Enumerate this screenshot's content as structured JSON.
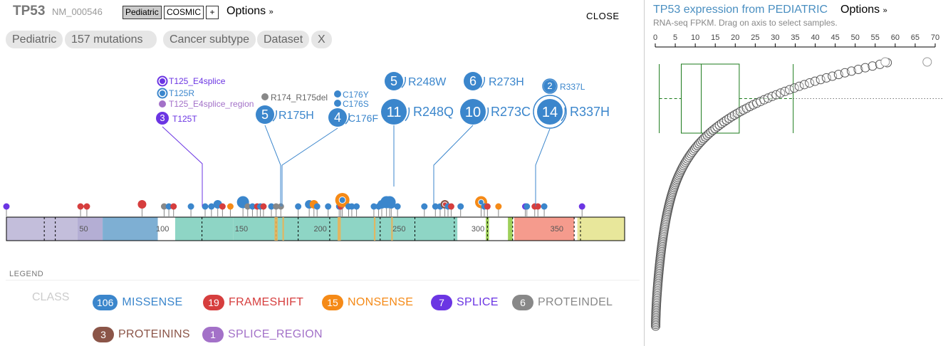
{
  "header": {
    "gene": "TP53",
    "transcript": "NM_000546",
    "datasets": [
      "Pediatric",
      "COSMIC"
    ],
    "add": "+",
    "options": "Options",
    "options_icon": "double-chevron-down-icon",
    "close": "CLOSE"
  },
  "filters": [
    "Pediatric",
    "157 mutations",
    "Cancer subtype",
    "Dataset",
    "X"
  ],
  "protein": {
    "length": 393,
    "ticks": [
      50,
      100,
      150,
      200,
      250,
      300,
      350
    ],
    "domains": [
      {
        "from": 1,
        "to": 46,
        "color": "#c3bedb"
      },
      {
        "from": 46,
        "to": 62,
        "color": "#b4aed4"
      },
      {
        "from": 62,
        "to": 97,
        "color": "#7eafd3"
      },
      {
        "from": 97,
        "to": 108,
        "color": "#ffffff"
      },
      {
        "from": 108,
        "to": 145,
        "color": "#8ed5c5"
      },
      {
        "from": 145,
        "to": 287,
        "color": "#8ed5c5"
      },
      {
        "from": 287,
        "to": 305,
        "color": "#ffffff"
      },
      {
        "from": 305,
        "to": 307,
        "color": "#9ed05a"
      },
      {
        "from": 307,
        "to": 319,
        "color": "#ffffff"
      },
      {
        "from": 319,
        "to": 322,
        "color": "#9ed05a"
      },
      {
        "from": 322,
        "to": 323,
        "color": "#ffffff"
      },
      {
        "from": 323,
        "to": 361,
        "color": "#f59b8d"
      },
      {
        "from": 361,
        "to": 363,
        "color": "#ffffff"
      },
      {
        "from": 363,
        "to": 393,
        "color": "#e8e79b"
      }
    ],
    "dashed": [
      25,
      32,
      125,
      172,
      186,
      206,
      238,
      260,
      285,
      306,
      322,
      361,
      365
    ]
  },
  "classes": [
    {
      "id": "missense",
      "label": "MISSENSE",
      "count": 106,
      "color": "#3b86cc"
    },
    {
      "id": "frameshift",
      "label": "FRAMESHIFT",
      "count": 19,
      "color": "#d63e3e"
    },
    {
      "id": "nonsense",
      "label": "NONSENSE",
      "count": 15,
      "color": "#f58a17"
    },
    {
      "id": "splice",
      "label": "SPLICE",
      "count": 7,
      "color": "#6b35e3"
    },
    {
      "id": "proteindel",
      "label": "PROTEINDEL",
      "count": 6,
      "color": "#888888"
    },
    {
      "id": "proteinins",
      "label": "PROTEININS",
      "count": 3,
      "color": "#8b5548"
    },
    {
      "id": "splice_region",
      "label": "SPLICE_REGION",
      "count": 1,
      "color": "#a371c8"
    }
  ],
  "lollipops": [
    {
      "pos": 1,
      "cls": "splice",
      "n": 1
    },
    {
      "pos": 48,
      "cls": "frameshift",
      "n": 1
    },
    {
      "pos": 52,
      "cls": "frameshift",
      "n": 1
    },
    {
      "pos": 87,
      "cls": "frameshift",
      "n": 2
    },
    {
      "pos": 101,
      "cls": "proteindel",
      "n": 1
    },
    {
      "pos": 104,
      "cls": "missense",
      "n": 1
    },
    {
      "pos": 107,
      "cls": "frameshift",
      "n": 1
    },
    {
      "pos": 118,
      "cls": "missense",
      "n": 1
    },
    {
      "pos": 127,
      "cls": "missense",
      "n": 1
    },
    {
      "pos": 131,
      "cls": "missense",
      "n": 1
    },
    {
      "pos": 135,
      "cls": "missense",
      "n": 2
    },
    {
      "pos": 138,
      "cls": "frameshift",
      "n": 1
    },
    {
      "pos": 143,
      "cls": "nonsense",
      "n": 1
    },
    {
      "pos": 151,
      "cls": "missense",
      "n": 3
    },
    {
      "pos": 154,
      "cls": "proteindel",
      "n": 1
    },
    {
      "pos": 157,
      "cls": "missense",
      "n": 1
    },
    {
      "pos": 160,
      "cls": "frameshift",
      "n": 1
    },
    {
      "pos": 162,
      "cls": "missense",
      "n": 1
    },
    {
      "pos": 164,
      "cls": "frameshift",
      "n": 1
    },
    {
      "pos": 169,
      "cls": "missense",
      "n": 1
    },
    {
      "pos": 172,
      "cls": "proteindel",
      "n": 1
    },
    {
      "pos": 175,
      "cls": "proteindel",
      "n": 1
    },
    {
      "pos": 186,
      "cls": "missense",
      "n": 1
    },
    {
      "pos": 193,
      "cls": "missense",
      "n": 2
    },
    {
      "pos": 196,
      "cls": "nonsense",
      "n": 2
    },
    {
      "pos": 198,
      "cls": "missense",
      "n": 1
    },
    {
      "pos": 205,
      "cls": "missense",
      "n": 1
    },
    {
      "pos": 212,
      "cls": "missense",
      "n": 1
    },
    {
      "pos": 213,
      "cls": "frameshift",
      "n": 1
    },
    {
      "pos": 214,
      "cls": "nonsense",
      "n": 4
    },
    {
      "pos": 218,
      "cls": "missense",
      "n": 1
    },
    {
      "pos": 220,
      "cls": "missense",
      "n": 1
    },
    {
      "pos": 223,
      "cls": "missense",
      "n": 1
    },
    {
      "pos": 234,
      "cls": "missense",
      "n": 1
    },
    {
      "pos": 237,
      "cls": "missense",
      "n": 1
    },
    {
      "pos": 239,
      "cls": "missense",
      "n": 2
    },
    {
      "pos": 242,
      "cls": "missense",
      "n": 3
    },
    {
      "pos": 244,
      "cls": "missense",
      "n": 3
    },
    {
      "pos": 245,
      "cls": "missense",
      "n": 2
    },
    {
      "pos": 249,
      "cls": "missense",
      "n": 1
    },
    {
      "pos": 266,
      "cls": "missense",
      "n": 1
    },
    {
      "pos": 273,
      "cls": "missense",
      "n": 1
    },
    {
      "pos": 276,
      "cls": "missense",
      "n": 1
    },
    {
      "pos": 279,
      "cls": "proteinins",
      "n": 2
    },
    {
      "pos": 281,
      "cls": "missense",
      "n": 1
    },
    {
      "pos": 283,
      "cls": "frameshift",
      "n": 1
    },
    {
      "pos": 289,
      "cls": "missense",
      "n": 1
    },
    {
      "pos": 302,
      "cls": "nonsense",
      "n": 3
    },
    {
      "pos": 304,
      "cls": "missense",
      "n": 1
    },
    {
      "pos": 306,
      "cls": "frameshift",
      "n": 1
    },
    {
      "pos": 313,
      "cls": "nonsense",
      "n": 1
    },
    {
      "pos": 330,
      "cls": "splice",
      "n": 1
    },
    {
      "pos": 331,
      "cls": "missense",
      "n": 1
    },
    {
      "pos": 336,
      "cls": "frameshift",
      "n": 1
    },
    {
      "pos": 338,
      "cls": "frameshift",
      "n": 1
    },
    {
      "pos": 342,
      "cls": "missense",
      "n": 1
    },
    {
      "pos": 366,
      "cls": "splice",
      "n": 1
    }
  ],
  "labels": [
    {
      "pos": 125,
      "items": [
        {
          "name": "T125_E4splice",
          "cls": "splice",
          "n": 1
        },
        {
          "name": "T125R",
          "cls": "missense",
          "n": 1
        },
        {
          "name": "T125_E4splice_region",
          "cls": "splice_region",
          "n": 1
        },
        {
          "name": "T125T",
          "cls": "splice",
          "n": 3
        }
      ]
    },
    {
      "pos": 175,
      "items": [
        {
          "name": "R174_R175del",
          "cls": "proteindel",
          "n": 1
        },
        {
          "name": "R175H",
          "cls": "missense",
          "n": 5
        }
      ]
    },
    {
      "pos": 176,
      "items": [
        {
          "name": "C176Y",
          "cls": "missense",
          "n": 1
        },
        {
          "name": "C176S",
          "cls": "missense",
          "n": 1
        },
        {
          "name": "C176F",
          "cls": "missense",
          "n": 4
        }
      ]
    },
    {
      "pos": 248,
      "items": [
        {
          "name": "R248W",
          "cls": "missense",
          "n": 5
        },
        {
          "name": "R248Q",
          "cls": "missense",
          "n": 11
        }
      ]
    },
    {
      "pos": 273,
      "items": [
        {
          "name": "R273H",
          "cls": "missense",
          "n": 6
        },
        {
          "name": "R273C",
          "cls": "missense",
          "n": 10
        }
      ]
    },
    {
      "pos": 337,
      "items": [
        {
          "name": "R337L",
          "cls": "missense",
          "n": 2
        },
        {
          "name": "R337H",
          "cls": "missense",
          "n": 14
        }
      ]
    }
  ],
  "legend": {
    "title": "LEGEND",
    "class_label": "CLASS"
  },
  "expression": {
    "title": "TP53 expression from PEDIATRIC",
    "options": "Options",
    "subtitle": "RNA-seq FPKM. Drag on axis to select samples.",
    "axis_ticks": [
      0,
      5,
      10,
      15,
      20,
      25,
      30,
      35,
      40,
      45,
      50,
      55,
      60,
      65,
      70
    ],
    "axis_range": [
      0,
      70
    ],
    "box": {
      "whisker_low": 1,
      "q1": 6.5,
      "median": 11.5,
      "q3": 21,
      "whisker_high": 34.5
    },
    "n_samples": 157,
    "outliers": [
      68,
      57.5
    ]
  }
}
